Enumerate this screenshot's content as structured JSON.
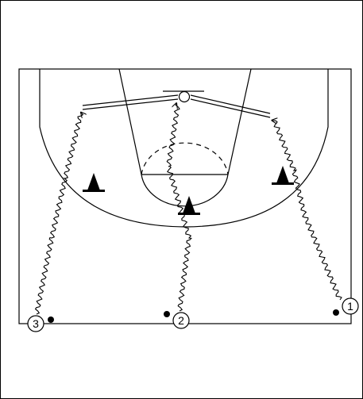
{
  "drill": {
    "players": [
      {
        "id": "player-3",
        "label": "3"
      },
      {
        "id": "player-2",
        "label": "2"
      },
      {
        "id": "player-1",
        "label": "1"
      }
    ],
    "cones": [
      "cone-left",
      "cone-center",
      "cone-right"
    ]
  }
}
